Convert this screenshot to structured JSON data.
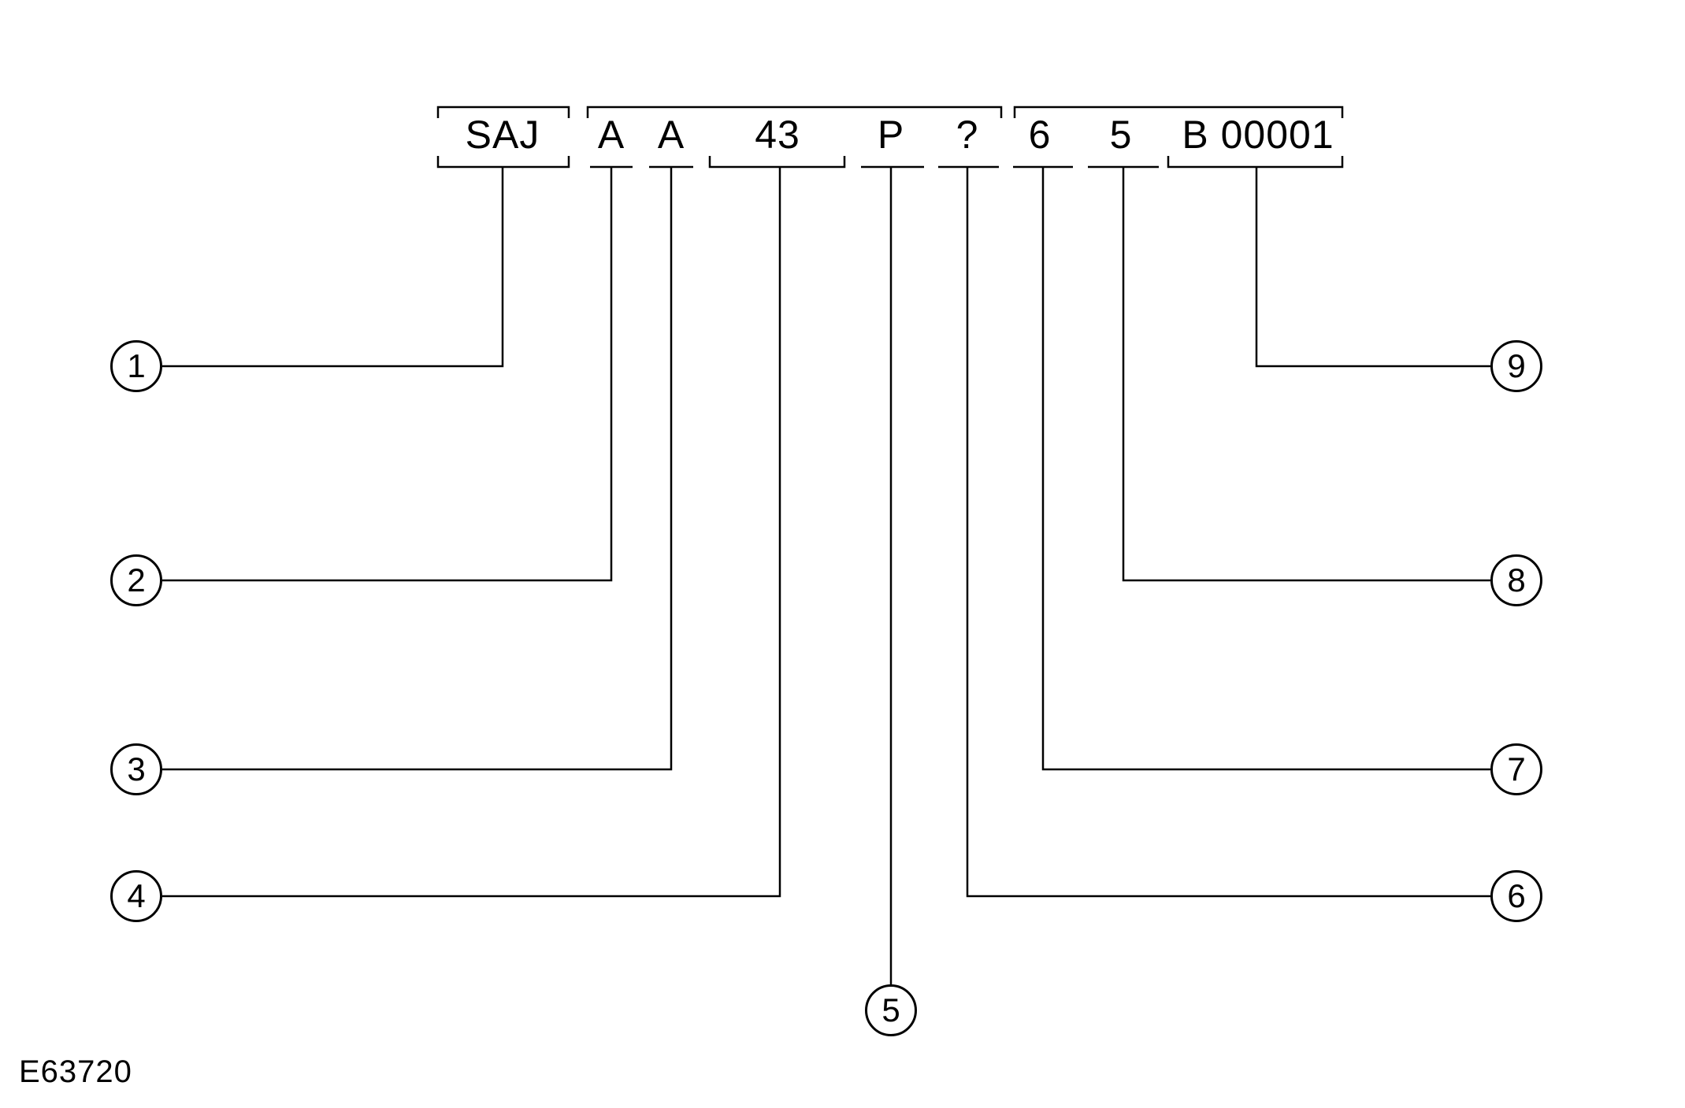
{
  "figure": {
    "code": "E63720",
    "background_color": "#ffffff",
    "line_color": "#000000"
  },
  "vin": {
    "segments": [
      {
        "text": "SAJ",
        "callout": "1"
      },
      {
        "text": "A",
        "callout": "2"
      },
      {
        "text": "A",
        "callout": "3"
      },
      {
        "text": "43",
        "callout": "4"
      },
      {
        "text": "P",
        "callout": "5"
      },
      {
        "text": "?",
        "callout": "6"
      },
      {
        "text": "6",
        "callout": "7"
      },
      {
        "text": "5",
        "callout": "8"
      },
      {
        "text": "B 00001",
        "callout": "9"
      }
    ]
  }
}
